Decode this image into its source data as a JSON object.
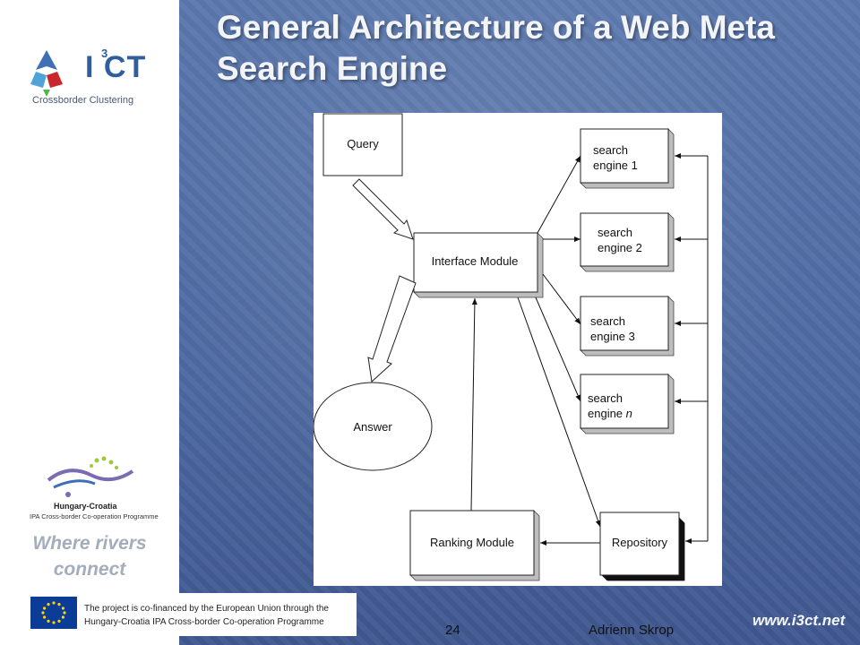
{
  "slide": {
    "title": "General Architecture of a Web Meta Search Engine",
    "page_number": "24",
    "author": "Adrienn Skrop",
    "website": "www.i3ct.net"
  },
  "logos": {
    "i3ct_wordmark": "I CT",
    "i3ct_superscript": "3",
    "i3ct_tagline": "Crossborder Clustering",
    "programme_name": "Hungary-Croatia",
    "programme_subtitle": "IPA Cross-border Co-operation Programme",
    "slogan_line1": "Where rivers",
    "slogan_line2": "connect"
  },
  "eu_notice": {
    "line1": "The project is co-financed by the European Union through the",
    "line2": "Hungary-Croatia IPA Cross-border Co-operation Programme"
  },
  "diagram": {
    "query": "Query",
    "interface_module": "Interface Module",
    "answer": "Answer",
    "ranking_module": "Ranking Module",
    "repository": "Repository",
    "engines": [
      {
        "line1": "search",
        "line2": "engine 1"
      },
      {
        "line1": "search",
        "line2": "engine 2"
      },
      {
        "line1": "search",
        "line2": "engine 3"
      },
      {
        "line1": "search",
        "line2": "engine ",
        "italic_suffix": "n"
      }
    ]
  },
  "colors": {
    "background_blue": "#4d69a1",
    "title_text": "#f2f4f8",
    "i3ct_blue": "#2f5e9e",
    "eu_blue": "#0a3c98"
  }
}
